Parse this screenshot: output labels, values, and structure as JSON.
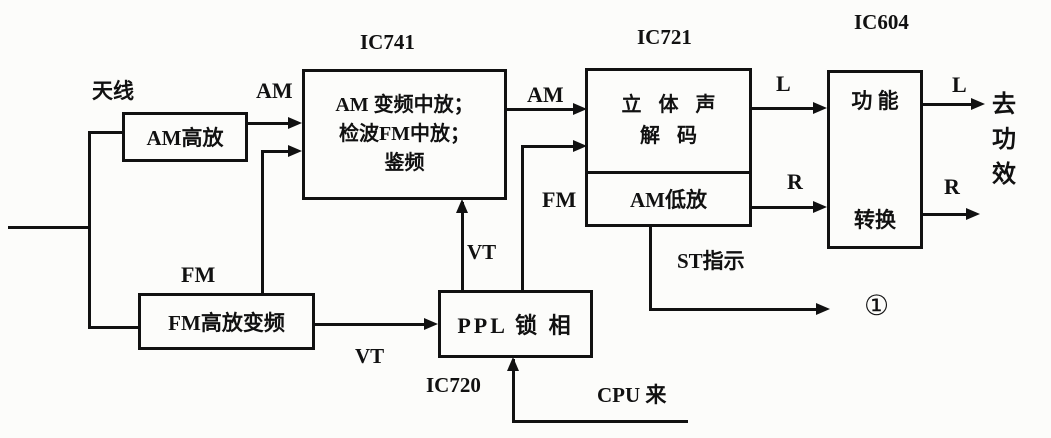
{
  "colors": {
    "ink": "#111111",
    "paper": "#fcfcfa"
  },
  "blocks": {
    "am_rf": {
      "label": "AM高放"
    },
    "fm_tuner": {
      "label": "FM高放变频"
    },
    "ic741": {
      "name": "IC741",
      "line1": "AM 变频中放；",
      "line2": "检波FM中放；",
      "line3": "鉴频"
    },
    "ic721": {
      "name": "IC721",
      "top_line1": "立 体 声",
      "top_line2": "解 码",
      "bottom": "AM低放"
    },
    "ic604": {
      "name": "IC604",
      "top": "功 能",
      "bottom": "转换"
    },
    "pll": {
      "name": "IC720",
      "label": "PPL 锁 相"
    }
  },
  "labels": {
    "antenna": "天线",
    "am_top": "AM",
    "fm_left": "FM",
    "am_mid": "AM",
    "fm_mid": "FM",
    "vt_upper": "VT",
    "vt_lower": "VT",
    "l_mid": "L",
    "r_mid": "R",
    "l_out": "L",
    "r_out": "R",
    "st_indicator": "ST指示",
    "cpu_from": "CPU 来",
    "circle_one": "①",
    "dest_char1": "去",
    "dest_char2": "功",
    "dest_char3": "效"
  }
}
